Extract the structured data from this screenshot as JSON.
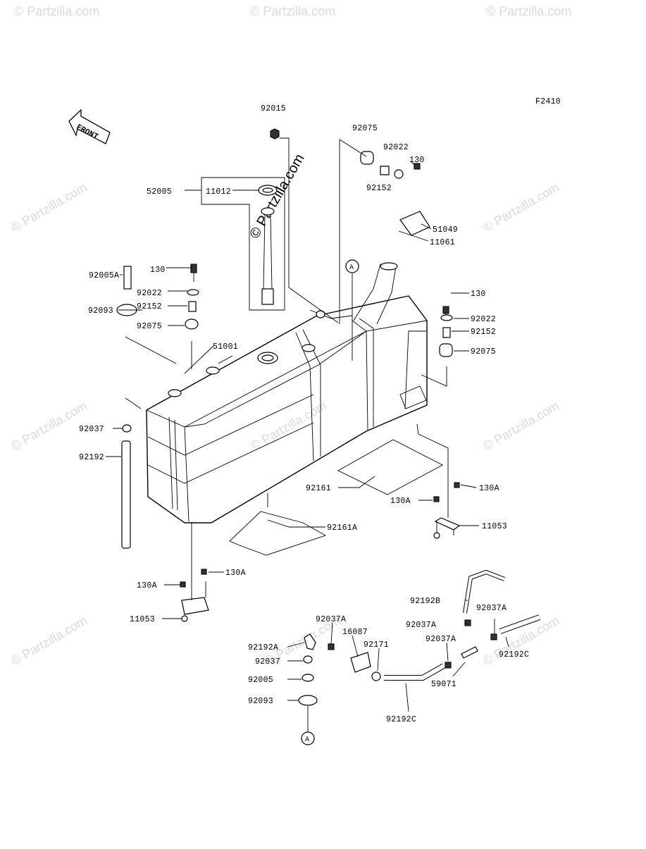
{
  "figure_code": "F2410",
  "front_label": "FRONT",
  "watermark_main": "© Partzilla.com",
  "watermark_repeat": "© Partzilla.com",
  "ref_marker": "A",
  "parts": [
    "92015",
    "92075",
    "92022",
    "130",
    "92152",
    "52005",
    "11012",
    "51049",
    "11061",
    "92005A",
    "130",
    "92022",
    "92152",
    "92093",
    "92075",
    "51001",
    "130",
    "92022",
    "92152",
    "92075",
    "92037",
    "92192",
    "92161",
    "130A",
    "130A",
    "11053",
    "92161A",
    "130A",
    "130A",
    "11053",
    "92192B",
    "92037A",
    "92037A",
    "92037A",
    "92037A",
    "16087",
    "92192A",
    "92171",
    "92037",
    "92005",
    "92093",
    "59071",
    "92192C",
    "92192C"
  ]
}
